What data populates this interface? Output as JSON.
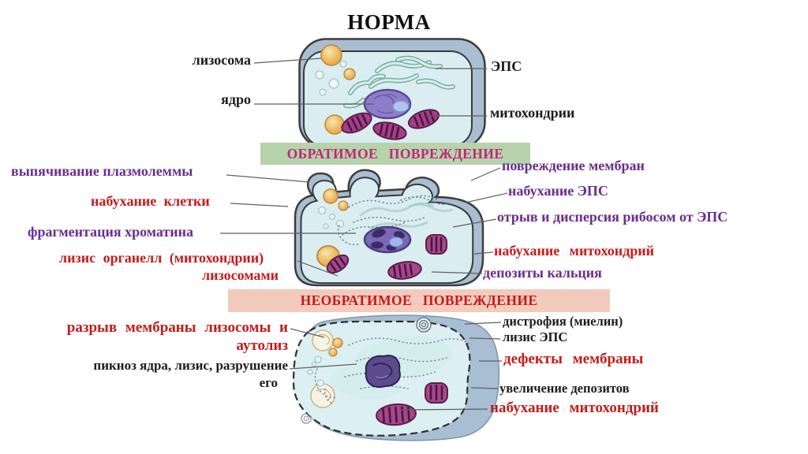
{
  "colors": {
    "purple": "#6a2c8e",
    "red": "#c31b1b",
    "black": "#1c1c1c",
    "magenta": "#c2267a",
    "banner_green": "#b6d3ab",
    "banner_pink": "#f4cabc"
  },
  "title": "НОРМА",
  "norm": {
    "label_lysosome": "лизосома",
    "label_nucleus": "ядро",
    "label_er": "ЭПС",
    "label_mitochondria": "митохондрии"
  },
  "reversible": {
    "banner": "ОБРАТИМОЕ ПОВРЕЖДЕНИЕ",
    "banner_color": "magenta",
    "left": [
      {
        "text": "выпячивание плазмолеммы",
        "color": "purple"
      },
      {
        "text": "набухание клетки",
        "color": "red"
      },
      {
        "text": "фрагментация хроматина",
        "color": "purple"
      },
      {
        "text": "лизис органелл (митохондрии)",
        "color": "red"
      },
      {
        "text": "лизосомами",
        "color": "red"
      }
    ],
    "right": [
      {
        "text": "повреждение мембран",
        "color": "purple"
      },
      {
        "text": "набухание ЭПС",
        "color": "purple"
      },
      {
        "text": "отрыв и дисперсия рибосом от ЭПС",
        "color": "purple"
      },
      {
        "text": "набухание митохондрий",
        "color": "red"
      },
      {
        "text": "депозиты кальция",
        "color": "purple"
      }
    ]
  },
  "irreversible": {
    "banner": "НЕОБРАТИМОЕ ПОВРЕЖДЕНИЕ",
    "banner_color": "red",
    "left": [
      {
        "text": "разрыв мембраны лизосомы и",
        "color": "red"
      },
      {
        "text": "аутолиз",
        "color": "red"
      },
      {
        "text": "пикноз ядра, лизис, разрушение",
        "color": "black"
      },
      {
        "text": "его",
        "color": "black"
      }
    ],
    "right": [
      {
        "text": "дистрофия (миелин)",
        "color": "black"
      },
      {
        "text": "лизис ЭПС",
        "color": "black"
      },
      {
        "text": "дефекты мембраны",
        "color": "red"
      },
      {
        "text": "увеличение депозитов",
        "color": "black"
      },
      {
        "text": "набухание митохондрий",
        "color": "red"
      }
    ]
  }
}
